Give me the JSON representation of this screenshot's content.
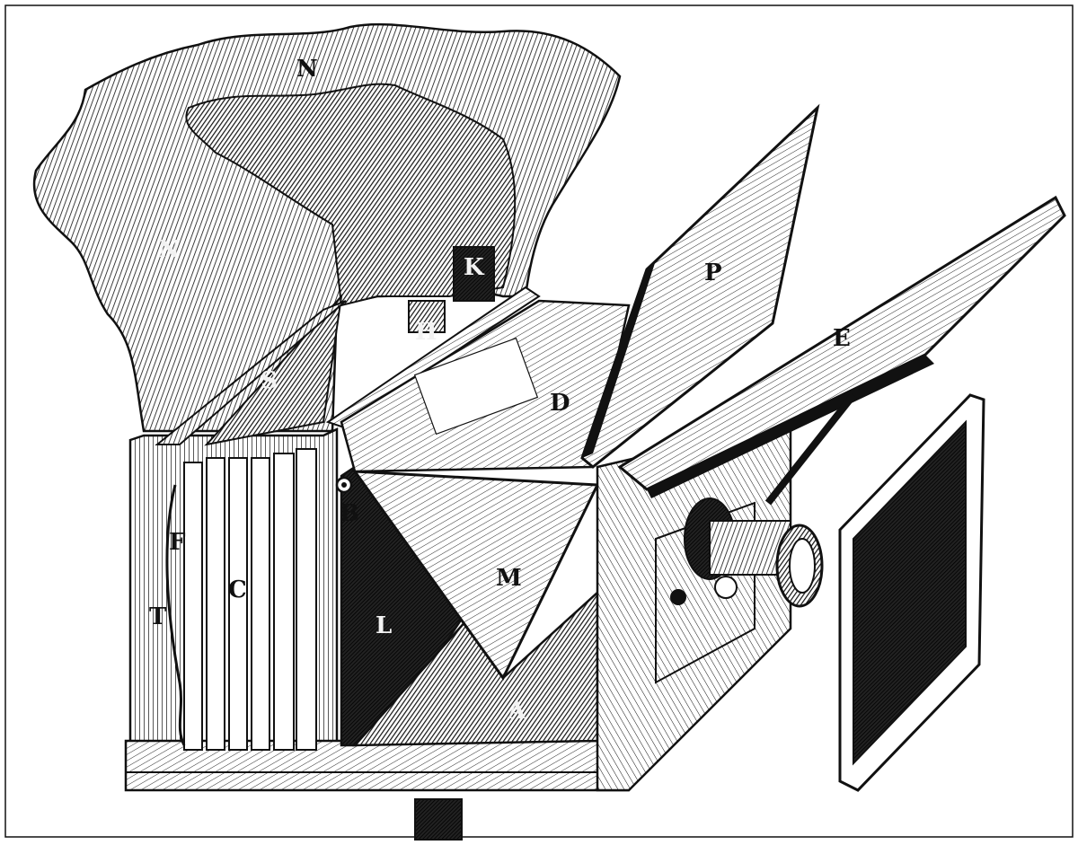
{
  "figure": {
    "subject": "Engraving of a reflex camera with hood, cut away to show mirror and plate holders",
    "style": "black-and-white wood engraving",
    "colors": {
      "ink": "#111111",
      "paper": "#ffffff",
      "shade": "#3a3a3a",
      "midtone": "#8a8a8a",
      "light": "#d9d9d9"
    },
    "labels": {
      "N_top": "N",
      "N_left": "N",
      "K": "K",
      "H": "H",
      "P": "P",
      "E": "E",
      "S": "S",
      "D": "D",
      "B": "B",
      "M": "M",
      "F": "F",
      "C": "C",
      "L": "L",
      "T": "T",
      "A": "A"
    }
  }
}
